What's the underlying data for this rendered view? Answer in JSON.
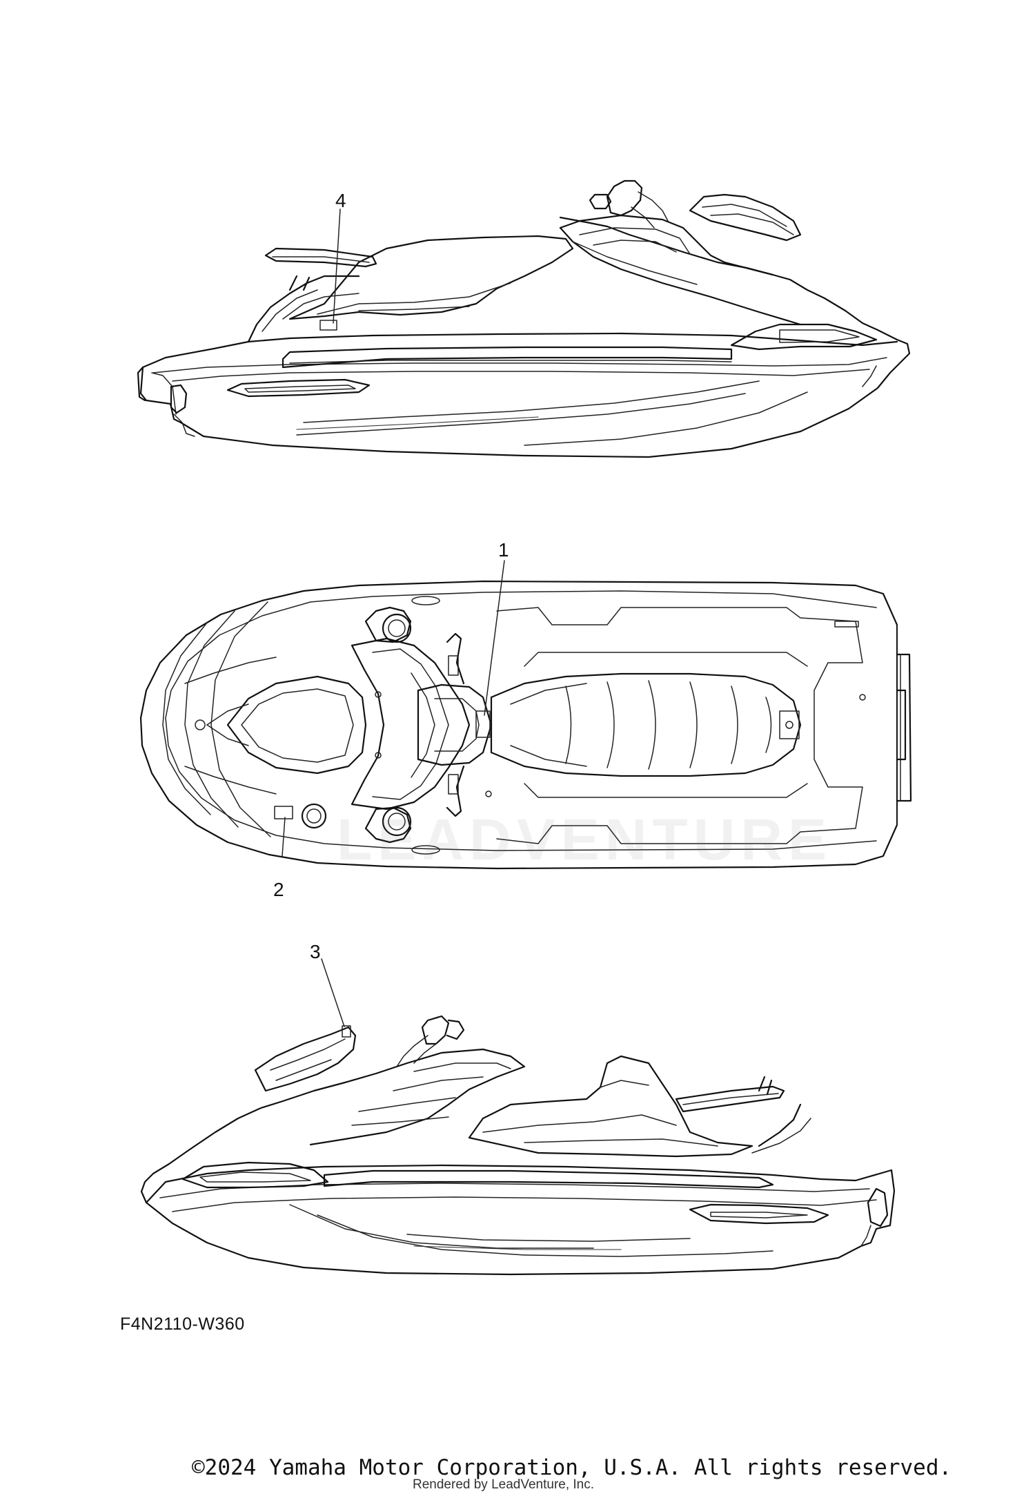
{
  "diagram": {
    "callouts": [
      {
        "id": "1",
        "label": "1"
      },
      {
        "id": "2",
        "label": "2"
      },
      {
        "id": "3",
        "label": "3"
      },
      {
        "id": "4",
        "label": "4"
      }
    ],
    "figure_code": "F4N2110-W360",
    "watermark": "LEADVENTURE"
  },
  "footer": {
    "copyright": "©2024 Yamaha Motor Corporation, U.S.A. All rights reserved.",
    "rendered_by": "Rendered by LeadVenture, Inc."
  }
}
